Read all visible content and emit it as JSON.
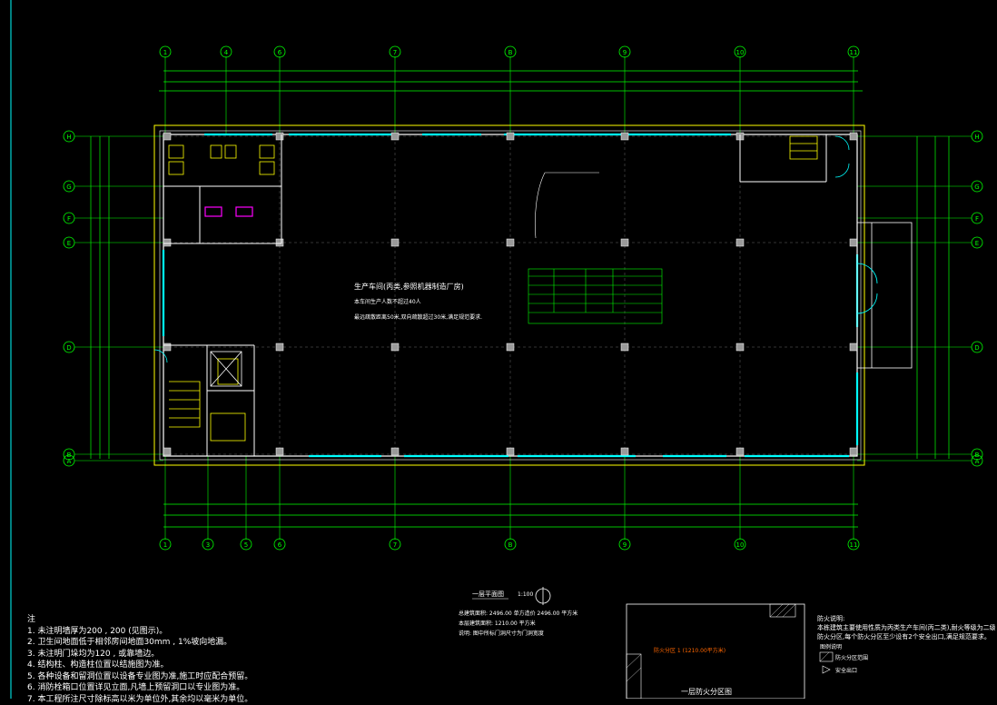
{
  "grid_top": [
    "1",
    "4",
    "6",
    "7",
    "B",
    "9",
    "10",
    "11"
  ],
  "grid_bottom": [
    "1",
    "3",
    "5",
    "6",
    "7",
    "B",
    "9",
    "10",
    "11"
  ],
  "grid_rows": [
    "H",
    "G",
    "F",
    "E",
    "D",
    "B",
    "A"
  ],
  "room_text": {
    "name": "生产车间(丙类,参照机器制造厂房)",
    "line1": "本车间生产人数不超过40人",
    "line2": "最远疏散距离50米,双向疏散超过30米,满足规范要求."
  },
  "drawing": {
    "title": "一层平面图",
    "scale": "1:100",
    "info1": "总建筑面积: 2496.00   单方造价 2496.00   平方米",
    "info2": "本层建筑面积: 1210.00   平方米",
    "info3": "说明: 图中所标门洞尺寸为门洞宽度"
  },
  "fire_plan": {
    "title": "一层防火分区图",
    "zone_label": "防火分区 1 (1210.00平方米)",
    "legend_title": "图例说明",
    "legend_1": "防火分区范围",
    "legend_2": "安全出口",
    "note_title": "防火说明:",
    "note_1": "本栋建筑主要使用性质为丙类生产车间(丙二类),耐火等级为二级。每层为一个",
    "note_2": "防火分区,每个防火分区至少设有2个安全出口,满足规范要求。"
  },
  "notes": {
    "title": "注",
    "items": [
      "1. 未注明墙厚为200 , 200 (见图示)。",
      "2. 卫生间地面低于相邻房间地面30mm , 1%坡向地漏。",
      "3. 未注明门垛均为120 , 或靠墙边。",
      "4. 结构柱、构造柱位置以结施图为准。",
      "5. 各种设备和留洞位置以设备专业图为准,施工时应配合预留。",
      "6. 消防栓箱口位置详见立面,凡墙上预留洞口以专业图为准。",
      "7. 本工程所注尺寸除标高以米为单位外,其余均以毫米为单位。"
    ]
  },
  "colors": {
    "background": "#000000",
    "wall": "#ffffff",
    "window": "#00ffff",
    "grid_axis": "#00ff00",
    "dimension": "#00ff00",
    "fixtures": "#ffff00",
    "accent": "#ff00ff",
    "fire_zone": "#ff6600"
  }
}
